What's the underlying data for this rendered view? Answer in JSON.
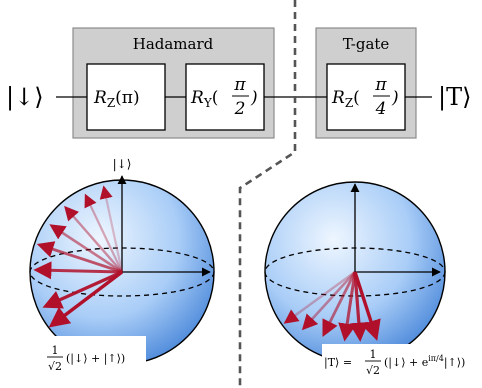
{
  "circuit": {
    "input_state": "|↓⟩",
    "output_state": "|T⟩",
    "hadamard_box": {
      "title": "Hadamard",
      "gate1": {
        "op": "R",
        "sub": "Z",
        "arg": "(π)"
      },
      "gate2": {
        "op": "R",
        "sub": "Y",
        "arg_num": "π",
        "arg_den": "2"
      }
    },
    "tgate_box": {
      "title": "T-gate",
      "gate1": {
        "op": "R",
        "sub": "Z",
        "arg_num": "π",
        "arg_den": "4"
      }
    }
  },
  "left_sphere": {
    "top_label": "|↓⟩",
    "bottom_label": {
      "frac_num": "1",
      "frac_den": "√2",
      "expr": "(|↓⟩ + |↑⟩)"
    }
  },
  "right_sphere": {
    "bottom_label": {
      "lhs": "|T⟩ =",
      "frac_num": "1",
      "frac_den": "√2",
      "expr_open": "(|↓⟩ + e",
      "sup": "iπ/4",
      "expr_close": "|↑⟩)"
    }
  },
  "colors": {
    "box_fill": "#cfcfcf",
    "box_stroke": "#8c8c8c",
    "arrow_red": "#b0102a",
    "sphere_light": "#dcecff",
    "sphere_dark": "#3f7fd6"
  }
}
